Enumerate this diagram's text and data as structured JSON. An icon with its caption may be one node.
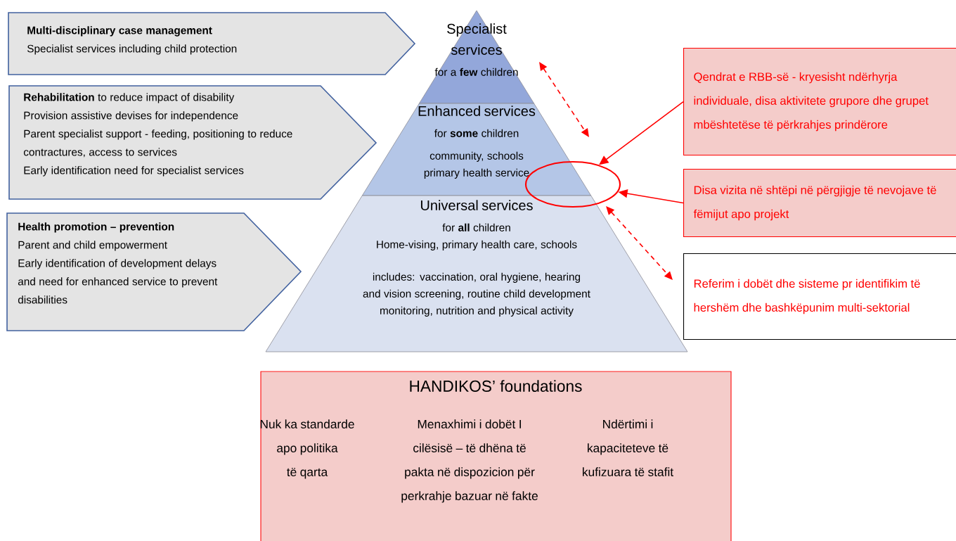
{
  "diagram": {
    "nodes": [
      {
        "text": [
          "Multi-disciplinary case management",
          "Specialist services including child protection"
        ]
      },
      {
        "text": [
          "**Rehabilitation** to reduce impact of disability",
          "Provision assistive devises for independence",
          "Parent specialist support - feeding, positioning to reduce contractures, access to services",
          "Early identification need for specialist services"
        ]
      },
      {
        "text": [
          "Health promotion – prevention",
          "Parent and child empowerment",
          "Early identification of development delays and need for enhanced service to prevent disabilities"
        ]
      },
      {
        "text": [
          "Specialist services",
          "for a **few** children"
        ]
      },
      {
        "text": [
          "Enhanced services",
          "for **some** children",
          "community, schools primary health service"
        ]
      },
      {
        "text": [
          "Universal services",
          "for **all** children",
          "Home-vising, primary health care, schools",
          "includes: vaccination, oral hygiene, hearing and vision screening, routine child development monitoring, nutrition and physical activity"
        ]
      },
      {
        "text": [
          "Qendrat e RBB-së - kryesisht ndërhyrja individuale, disa aktivitete grupore dhe grupet mbështetëse të përkrahjes prindërore"
        ]
      },
      {
        "text": [
          "Disa vizita në shtëpi në përgjigje të nevojave të fëmijut apo projekt"
        ]
      },
      {
        "text": [
          "Referim i dobët dhe sisteme pr identifikim të hershëm dhe bashkëpunim multi-sektorial"
        ]
      },
      {
        "text": [],
        "shape": "ellipse"
      },
      {
        "text": [
          "HANDIKOS’ foundations",
          "Nuk ka standarde apo politika të qarta",
          "Menaxhimi i dobët I cilësisë – të dhëna të pakta në dispozicion për perkrahje bazuar në fakte",
          "Ndërtimi i kapaciteteve të kufizuara të stafit"
        ]
      }
    ],
    "edges": [
      {
        "from": 6,
        "to": 9,
        "arrow": "to"
      },
      {
        "from": 7,
        "to": 9,
        "arrow": "to"
      }
    ]
  }
}
